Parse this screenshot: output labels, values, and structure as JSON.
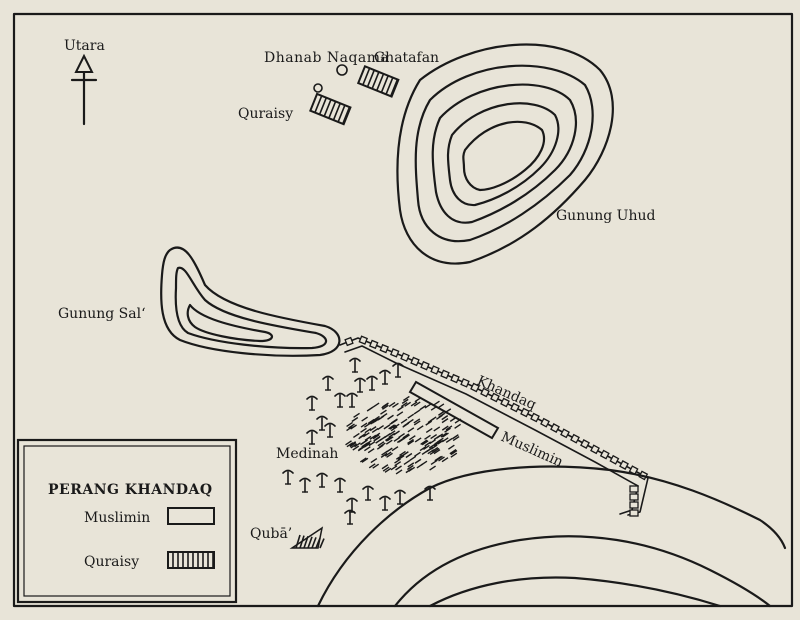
{
  "map": {
    "labels": {
      "north": "Utara",
      "dhanab_naqama": "Dhanab Naqama",
      "ghatafan": "Ghatafan",
      "quraisy_camp": "Quraisy",
      "gunung_uhud": "Gunung Uhud",
      "gunung_sal": "Gunung Sal‘",
      "khandaq": "Khandaq",
      "muslimin_line": "Muslimin",
      "medinah": "Medinah",
      "quba": "Qubā’"
    },
    "legend": {
      "title": "PERANG KHANDAQ",
      "items": [
        {
          "label": "Muslimin",
          "pattern": "open-rectangle"
        },
        {
          "label": "Quraisy",
          "pattern": "hatched-rectangle"
        }
      ]
    },
    "colors": {
      "paper": "#e8e4d8",
      "ink": "#1a1a1a"
    },
    "icons": [
      "north-arrow-icon",
      "palm-tree-icon",
      "hatched-force-icon",
      "open-force-icon"
    ]
  }
}
